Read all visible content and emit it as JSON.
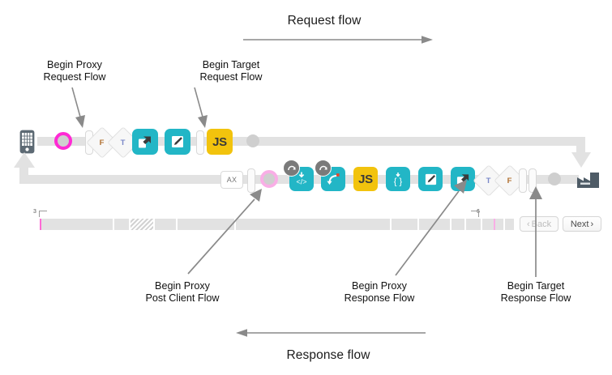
{
  "diagram": {
    "request_flow_label": "Request flow",
    "response_flow_label": "Response flow",
    "callouts": [
      {
        "name": "begin-proxy-request-flow",
        "line1": "Begin Proxy",
        "line2": "Request Flow"
      },
      {
        "name": "begin-target-request-flow",
        "line1": "Begin Target",
        "line2": "Request Flow"
      },
      {
        "name": "begin-proxy-post-client-flow",
        "line1": "Begin Proxy",
        "line2": "Post Client Flow"
      },
      {
        "name": "begin-proxy-response-flow",
        "line1": "Begin Proxy",
        "line2": "Response Flow"
      },
      {
        "name": "begin-target-response-flow",
        "line1": "Begin Target",
        "line2": "Response Flow"
      }
    ]
  },
  "top_row": {
    "nodes": [
      {
        "icon": "mobile-device-icon",
        "label": ""
      },
      {
        "icon": "magenta-ring-icon",
        "label": ""
      },
      {
        "icon": "flow-divider-pill-icon",
        "label": ""
      },
      {
        "icon": "condition-diamond-icon",
        "label": "F"
      },
      {
        "icon": "condition-diamond-icon",
        "label": "T"
      },
      {
        "icon": "route-policy-icon",
        "label": ""
      },
      {
        "icon": "assign-message-policy-icon",
        "label": ""
      },
      {
        "icon": "flow-divider-pill-icon",
        "label": ""
      },
      {
        "icon": "javascript-policy-icon",
        "label": "JS"
      },
      {
        "icon": "gray-dot-icon",
        "label": ""
      }
    ]
  },
  "bottom_row": {
    "nodes": [
      {
        "icon": "ax-analytics-icon",
        "label": "AX"
      },
      {
        "icon": "flow-divider-pill-icon",
        "label": ""
      },
      {
        "icon": "pink-ring-icon",
        "label": ""
      },
      {
        "icon": "xml-policy-icon",
        "label": ""
      },
      {
        "icon": "transform-policy-icon",
        "label": ""
      },
      {
        "icon": "javascript-policy-icon",
        "label": "JS"
      },
      {
        "icon": "json-policy-icon",
        "label": ""
      },
      {
        "icon": "assign-message-policy-icon",
        "label": ""
      },
      {
        "icon": "route-policy-icon",
        "label": ""
      },
      {
        "icon": "condition-diamond-icon",
        "label": "T"
      },
      {
        "icon": "condition-diamond-icon",
        "label": "F"
      },
      {
        "icon": "flow-divider-pill-icon",
        "label": ""
      },
      {
        "icon": "flow-divider-pill-icon",
        "label": ""
      },
      {
        "icon": "gray-dot-icon",
        "label": ""
      },
      {
        "icon": "target-endpoint-factory-icon",
        "label": ""
      }
    ]
  },
  "timeline": {
    "left_tick_label": "3",
    "right_tick_label": "6"
  },
  "nav": {
    "back_label": "Back",
    "back_chevron": "‹",
    "next_label": "Next",
    "next_chevron": "›"
  },
  "colors": {
    "teal": "#22b6c6",
    "yellow": "#f2c30d",
    "magenta": "#ff2ad4",
    "pink_soft": "#f9aee6",
    "rail_gray": "#e2e2e2",
    "arrow_gray": "#8a8a8a",
    "dark_slate": "#4e5b66"
  }
}
